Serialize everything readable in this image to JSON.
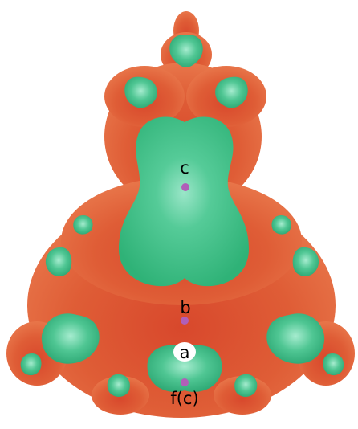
{
  "points": {
    "c": {
      "label": "c"
    },
    "b": {
      "label": "b"
    },
    "a": {
      "label": "a"
    },
    "fc": {
      "label": "f(c)"
    }
  },
  "colors": {
    "background": "#ffffff",
    "exterior_orange": "#e0663a",
    "exterior_dark": "#d94a2c",
    "interior_green": "#3fbf86",
    "interior_light": "#8fe0c2",
    "point_dot": "#b05fb8"
  }
}
